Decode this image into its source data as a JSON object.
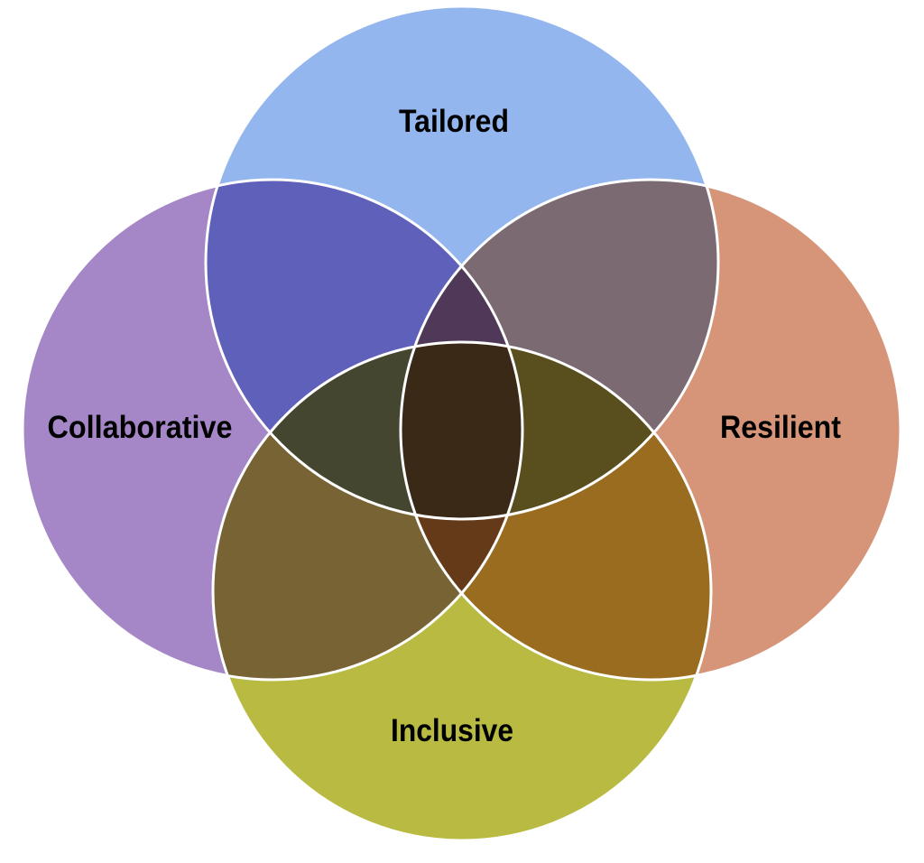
{
  "diagram": {
    "type": "venn",
    "sets": [
      {
        "id": "top",
        "label": "Tailored",
        "color": "#93b6ee"
      },
      {
        "id": "left",
        "label": "Collaborative",
        "color": "#a587c7"
      },
      {
        "id": "right",
        "label": "Resilient",
        "color": "#d69479"
      },
      {
        "id": "bottom",
        "label": "Inclusive",
        "color": "#b8ba42"
      }
    ],
    "stroke_color": "#ffffff"
  }
}
